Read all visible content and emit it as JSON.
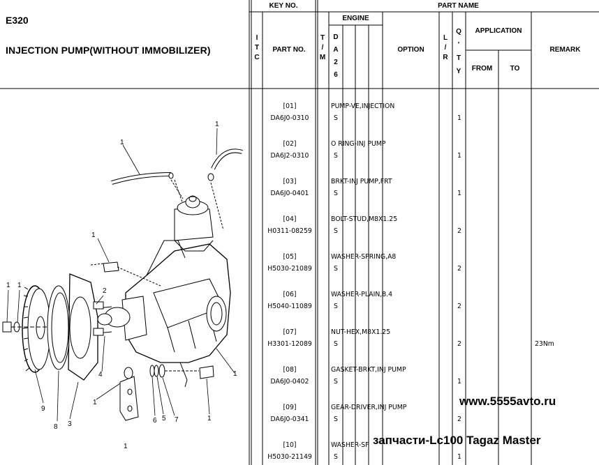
{
  "doc": {
    "code": "E320",
    "title": "INJECTION PUMP(WITHOUT IMMOBILIZER)"
  },
  "headers": {
    "key_no": "KEY NO.",
    "part_name": "PART NAME",
    "engine": "ENGINE",
    "itc": [
      "I",
      "T",
      "C"
    ],
    "part_no": "PART NO.",
    "tm": [
      "T",
      "/",
      "M"
    ],
    "da26": [
      "D",
      "A",
      "2",
      "6"
    ],
    "option": "OPTION",
    "lr": [
      "L",
      "/",
      "R"
    ],
    "qty": [
      "Q",
      "'",
      "T",
      "Y"
    ],
    "application": "APPLICATION",
    "from": "FROM",
    "to": "TO",
    "remark": "REMARK"
  },
  "parts": [
    {
      "idx": "[01]",
      "part_no": "DA6J0-0310",
      "name": "PUMP-VE,INJECTION",
      "option": "S",
      "qty": "1",
      "remark": ""
    },
    {
      "idx": "[02]",
      "part_no": "DA6J2-0310",
      "name": "O RING-INJ PUMP",
      "option": "S",
      "qty": "1",
      "remark": ""
    },
    {
      "idx": "[03]",
      "part_no": "DA6J0-0401",
      "name": "BRKT-INJ PUMP,FRT",
      "option": "S",
      "qty": "1",
      "remark": ""
    },
    {
      "idx": "[04]",
      "part_no": "H0311-08259",
      "name": "BOLT-STUD,M8X1.25",
      "option": "S",
      "qty": "2",
      "remark": ""
    },
    {
      "idx": "[05]",
      "part_no": "H5030-21089",
      "name": "WASHER-SPRING,A8",
      "option": "S",
      "qty": "2",
      "remark": ""
    },
    {
      "idx": "[06]",
      "part_no": "H5040-11089",
      "name": "WASHER-PLAIN,8.4",
      "option": "S",
      "qty": "2",
      "remark": ""
    },
    {
      "idx": "[07]",
      "part_no": "H3301-12089",
      "name": "NUT-HEX,M8X1.25",
      "option": "S",
      "qty": "2",
      "remark": "23Nm"
    },
    {
      "idx": "[08]",
      "part_no": "DA6J0-0402",
      "name": "GASKET-BRKT,INJ PUMP",
      "option": "S",
      "qty": "1",
      "remark": ""
    },
    {
      "idx": "[09]",
      "part_no": "DA6J0-0341",
      "name": "GEAR-DRIVER,INJ PUMP",
      "option": "S",
      "qty": "2",
      "remark": ""
    },
    {
      "idx": "[10]",
      "part_no": "H5030-21149",
      "name": "WASHER-SF",
      "option": "S",
      "qty": "1",
      "remark": ""
    }
  ],
  "diagram_labels": [
    {
      "id": "c1",
      "text": "1"
    },
    {
      "id": "c2",
      "text": "1"
    },
    {
      "id": "c3",
      "text": "1"
    },
    {
      "id": "c4",
      "text": "1"
    },
    {
      "id": "c5",
      "text": "1"
    },
    {
      "id": "c6",
      "text": "2"
    },
    {
      "id": "c7",
      "text": "4"
    },
    {
      "id": "c8",
      "text": "1"
    },
    {
      "id": "c9",
      "text": "9"
    },
    {
      "id": "c10",
      "text": "8"
    },
    {
      "id": "c11",
      "text": "3"
    },
    {
      "id": "c12",
      "text": "1"
    },
    {
      "id": "c13",
      "text": "6"
    },
    {
      "id": "c14",
      "text": "5"
    },
    {
      "id": "c15",
      "text": "7"
    },
    {
      "id": "c16",
      "text": "1"
    },
    {
      "id": "c17",
      "text": "1"
    }
  ],
  "watermarks": {
    "site": "www.5555avto.ru",
    "caption": "запчасти-Lc100 Tagaz Master"
  }
}
